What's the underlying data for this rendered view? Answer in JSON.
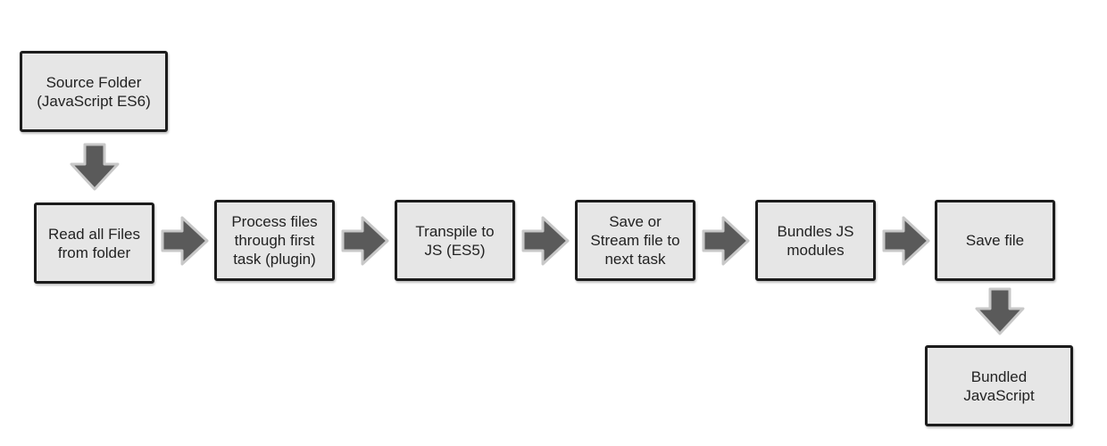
{
  "diagram": {
    "nodes": {
      "source_folder": "Source Folder\n(JavaScript ES6)",
      "read_files": "Read all Files\nfrom folder",
      "process_files": "Process files\nthrough first\ntask (plugin)",
      "transpile": "Transpile to\nJS (ES5)",
      "save_or_stream": "Save or\nStream file to\nnext task",
      "bundles_modules": "Bundles JS\nmodules",
      "save_file": "Save file",
      "bundled_js": "Bundled\nJavaScript"
    },
    "edges": [
      [
        "source_folder",
        "read_files"
      ],
      [
        "read_files",
        "process_files"
      ],
      [
        "process_files",
        "transpile"
      ],
      [
        "transpile",
        "save_or_stream"
      ],
      [
        "save_or_stream",
        "bundles_modules"
      ],
      [
        "bundles_modules",
        "save_file"
      ],
      [
        "save_file",
        "bundled_js"
      ]
    ],
    "colors": {
      "box_fill": "#e6e6e6",
      "box_border": "#1c1c1c",
      "arrow_fill": "#5a5a5a",
      "arrow_outline": "#c8c8c8"
    }
  }
}
